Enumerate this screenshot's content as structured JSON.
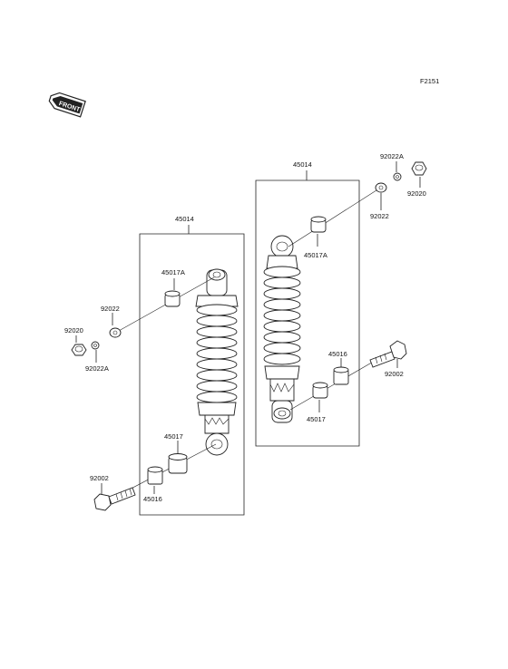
{
  "diagram": {
    "figure_code": "F2151",
    "front_label": "FRONT",
    "labels": {
      "left_shock": "45014",
      "left_upper_bush": "45017A",
      "left_washer": "92022",
      "left_nut": "92020",
      "left_collar_washer": "92022A",
      "left_lower_bush": "45017",
      "left_bolt": "92002",
      "left_sleeve": "45016",
      "right_shock": "45014",
      "right_collar_washer": "92022A",
      "right_nut": "92020",
      "right_washer": "92022",
      "right_upper_bush": "45017A",
      "right_sleeve": "45016",
      "right_bolt": "92002",
      "right_lower_bush": "45017"
    }
  }
}
